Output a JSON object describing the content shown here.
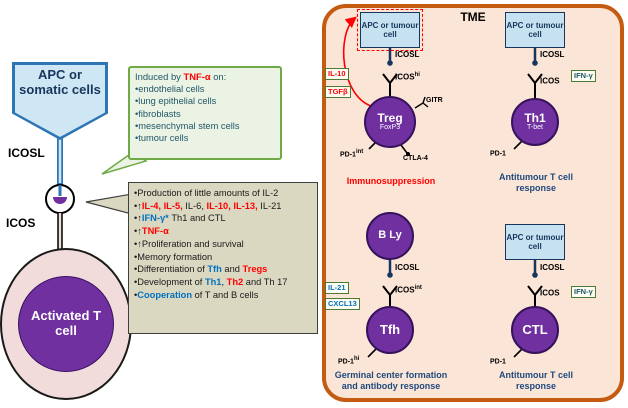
{
  "colors": {
    "cell_purple": "#7030a0",
    "tme_border": "#c55a11",
    "tme_fill": "#fbe5d6",
    "apc_blue_fill": "#c6e2f0",
    "apc_blue_border": "#17365d",
    "red_text": "#ff0000",
    "blue_text": "#0070c0",
    "green_box_border": "#6faa46",
    "tan_box_fill": "#dbd8c2"
  },
  "left": {
    "apc_box": "APC or somatic cells",
    "icosl": "ICOSL",
    "icos": "ICOS",
    "t_cell": "Activated T cell",
    "induced": {
      "title": [
        {
          "t": "Induced by "
        },
        {
          "t": "TNF-α",
          "c": "red"
        },
        {
          "t": " on:"
        }
      ],
      "items": [
        "•endothelial cells",
        "•lung epithelial cells",
        "•fibroblasts",
        "•mesenchymal stem cells",
        "•tumour cells"
      ]
    },
    "effects": {
      "lines": [
        [
          {
            "t": "•Production of little amounts of IL-2"
          }
        ],
        [
          {
            "t": "•↑"
          },
          {
            "t": "IL-4, IL-5,",
            "c": "red"
          },
          {
            "t": " IL-6, "
          },
          {
            "t": "IL-10, IL-13,",
            "c": "red"
          },
          {
            "t": " IL-21"
          }
        ],
        [
          {
            "t": "•↑"
          },
          {
            "t": "IFN-γ*",
            "c": "blue"
          },
          {
            "t": " Th1 and CTL"
          }
        ],
        [
          {
            "t": "•↑"
          },
          {
            "t": "TNF-α",
            "c": "red"
          }
        ],
        [
          {
            "t": "•↑Proliferation and survival"
          }
        ],
        [
          {
            "t": "•Memory formation"
          }
        ],
        [
          {
            "t": "•Differentiation of "
          },
          {
            "t": "Tfh",
            "c": "blue"
          },
          {
            "t": " and "
          },
          {
            "t": "Tregs",
            "c": "red"
          }
        ],
        [
          {
            "t": "•Development of "
          },
          {
            "t": "Th1",
            "c": "blue"
          },
          {
            "t": ", "
          },
          {
            "t": "Th2",
            "c": "red"
          },
          {
            "t": " and Th 17"
          }
        ],
        [
          {
            "t": "•"
          },
          {
            "t": "Cooperation",
            "c": "blue"
          },
          {
            "t": " of T and B cells"
          }
        ]
      ]
    }
  },
  "tme": {
    "title": "TME",
    "panels": {
      "treg": {
        "apc_box": "APC or tumour cell",
        "icosl": "ICOSL",
        "icos": {
          "base": "ICOS",
          "sup": "hi"
        },
        "cell": "Treg",
        "cell_sub": "FoxP3",
        "gitr": "GITR",
        "ctla4": "CTLA-4",
        "pd1": {
          "base": "PD-1",
          "sup": "int"
        },
        "tags": [
          "IL-10",
          "TGFβ"
        ],
        "caption": "Immunosuppression"
      },
      "th1": {
        "apc_box": "APC or tumour cell",
        "icosl": "ICOSL",
        "icos": {
          "base": "ICOS",
          "sup": ""
        },
        "cell": "Th1",
        "cell_sub": "T-bet",
        "pd1": {
          "base": "PD-1",
          "sup": ""
        },
        "tag": "IFN-γ",
        "caption": "Antitumour T cell response"
      },
      "tfh": {
        "b_cell": "B Ly",
        "icosl": "ICOSL",
        "icos": {
          "base": "ICOS",
          "sup": "int"
        },
        "cell": "Tfh",
        "pd1": {
          "base": "PD-1",
          "sup": "hi"
        },
        "tags": [
          "IL-21",
          "CXCL13"
        ],
        "caption": "Germinal center formation and antibody response"
      },
      "ctl": {
        "apc_box": "APC or tumour cell",
        "icosl": "ICOSL",
        "icos": {
          "base": "ICOS",
          "sup": ""
        },
        "cell": "CTL",
        "pd1": {
          "base": "PD-1",
          "sup": ""
        },
        "tag": "IFN-γ",
        "caption": "Antitumour T cell response"
      }
    }
  }
}
